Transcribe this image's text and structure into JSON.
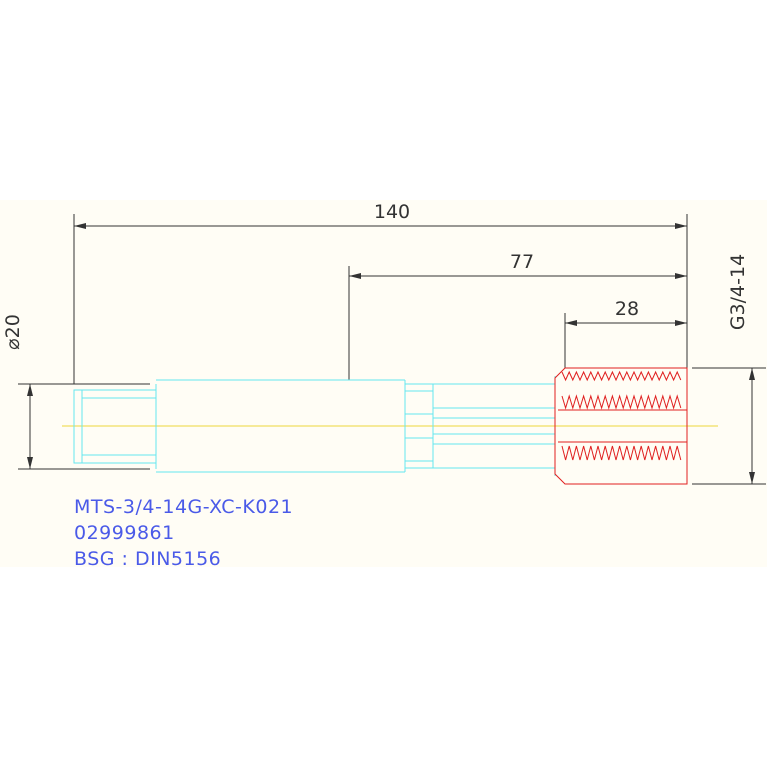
{
  "colors": {
    "background": "#ffffff",
    "sheet": "#fffdf5",
    "dimension": "#333333",
    "outline": "#66e6f0",
    "thread": "#e02020",
    "centerline": "#f0e060",
    "notes": "#4a5ae8"
  },
  "dimensions": {
    "overall_length": "140",
    "shank_length": "77",
    "thread_length": "28",
    "shank_diameter": "⌀20",
    "thread_spec": "G3/4-14"
  },
  "notes": {
    "part_number": "MTS-3/4-14G-XC-K021",
    "code": "02999861",
    "standard": "BSG : DIN5156"
  }
}
